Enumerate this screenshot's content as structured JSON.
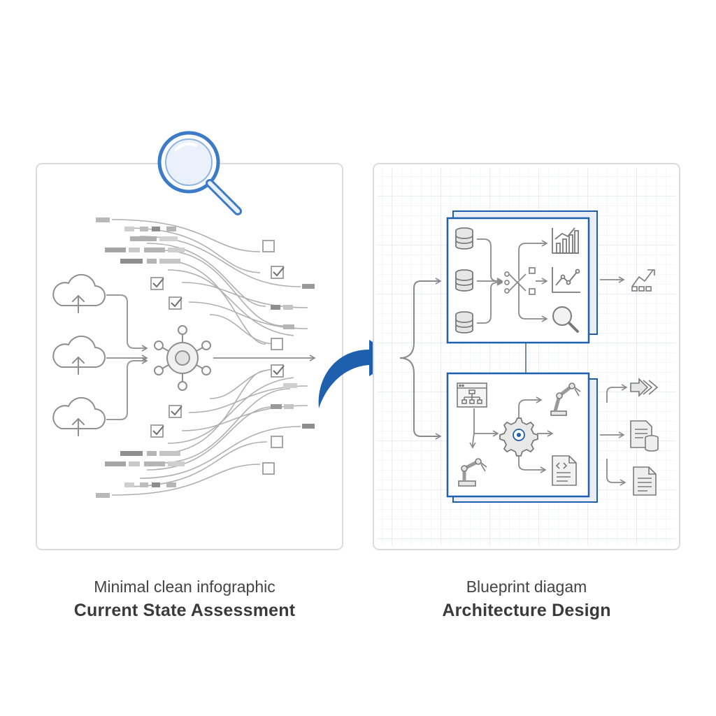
{
  "left_panel": {
    "subtitle": "Minimal clean infographic",
    "title": "Current State Assessment"
  },
  "right_panel": {
    "subtitle": "Blueprint diagam",
    "title": "Architecture Design"
  },
  "colors": {
    "accent_blue": "#1e5fae",
    "magnifier_blue": "#3b7bc8",
    "line_gray": "#9a9a9a",
    "bar_gray": "#b5b5b5",
    "bar_dark": "#8e8e8e",
    "panel_border": "#dedede",
    "grid": "#dbe3ee"
  },
  "icons": {
    "left": [
      "magnifier-icon",
      "cloud-upload-icon",
      "hub-node-icon",
      "checkbox-icon"
    ],
    "right": [
      "database-icon",
      "bar-chart-icon",
      "line-chart-icon",
      "search-icon",
      "sitemap-icon",
      "gear-icon",
      "robot-arm-icon",
      "code-document-icon",
      "document-icon",
      "arrows-icon"
    ]
  }
}
